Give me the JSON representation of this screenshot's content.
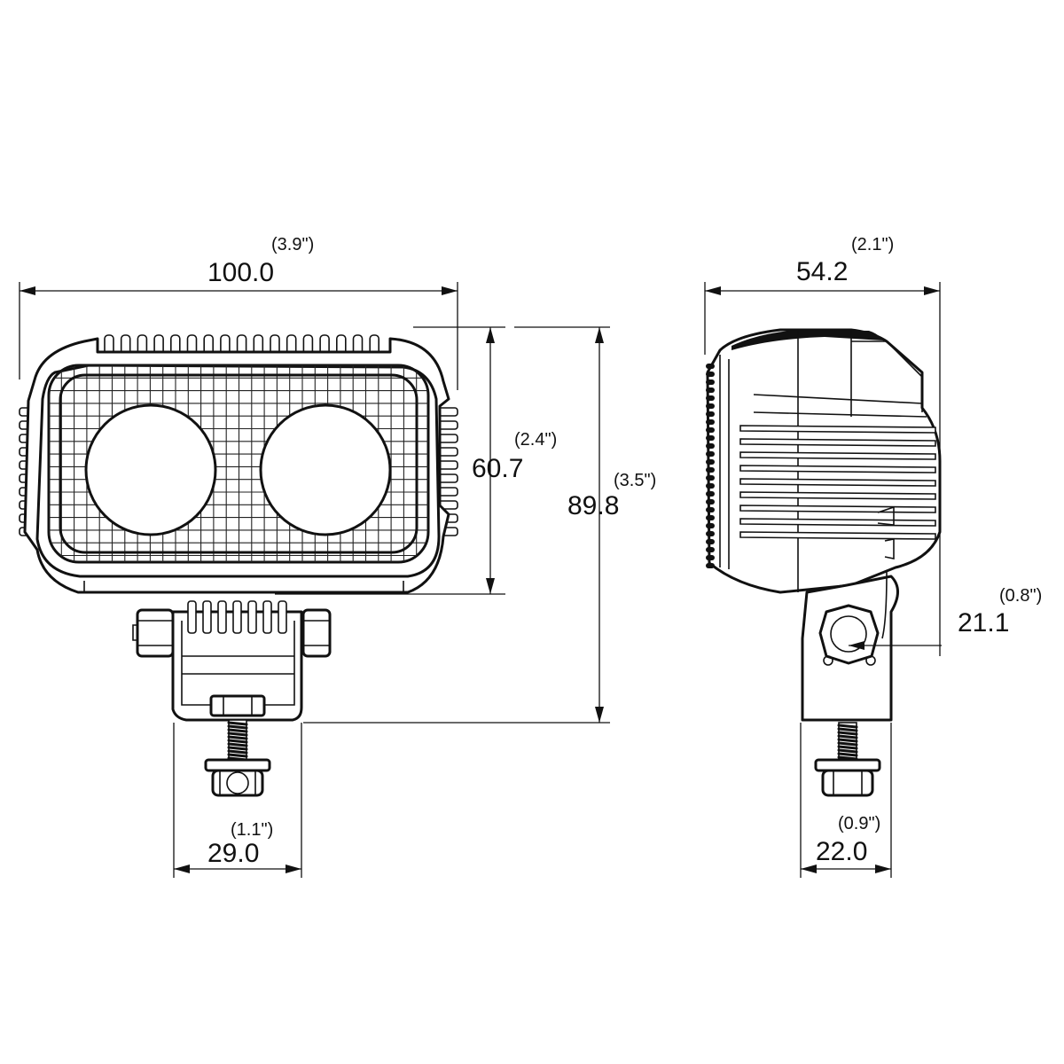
{
  "front_view": {
    "width_mm": "100.0",
    "width_in": "(3.9\")",
    "lens_height_mm": "60.7",
    "lens_height_in": "(2.4\")",
    "total_height_mm": "89.8",
    "total_height_in": "(3.5\")",
    "bracket_width_mm": "29.0",
    "bracket_width_in": "(1.1\")"
  },
  "side_view": {
    "depth_mm": "54.2",
    "depth_in": "(2.1\")",
    "pivot_height_mm": "21.1",
    "pivot_height_in": "(0.8\")",
    "bracket_width_mm": "22.0",
    "bracket_width_in": "(0.9\")"
  }
}
